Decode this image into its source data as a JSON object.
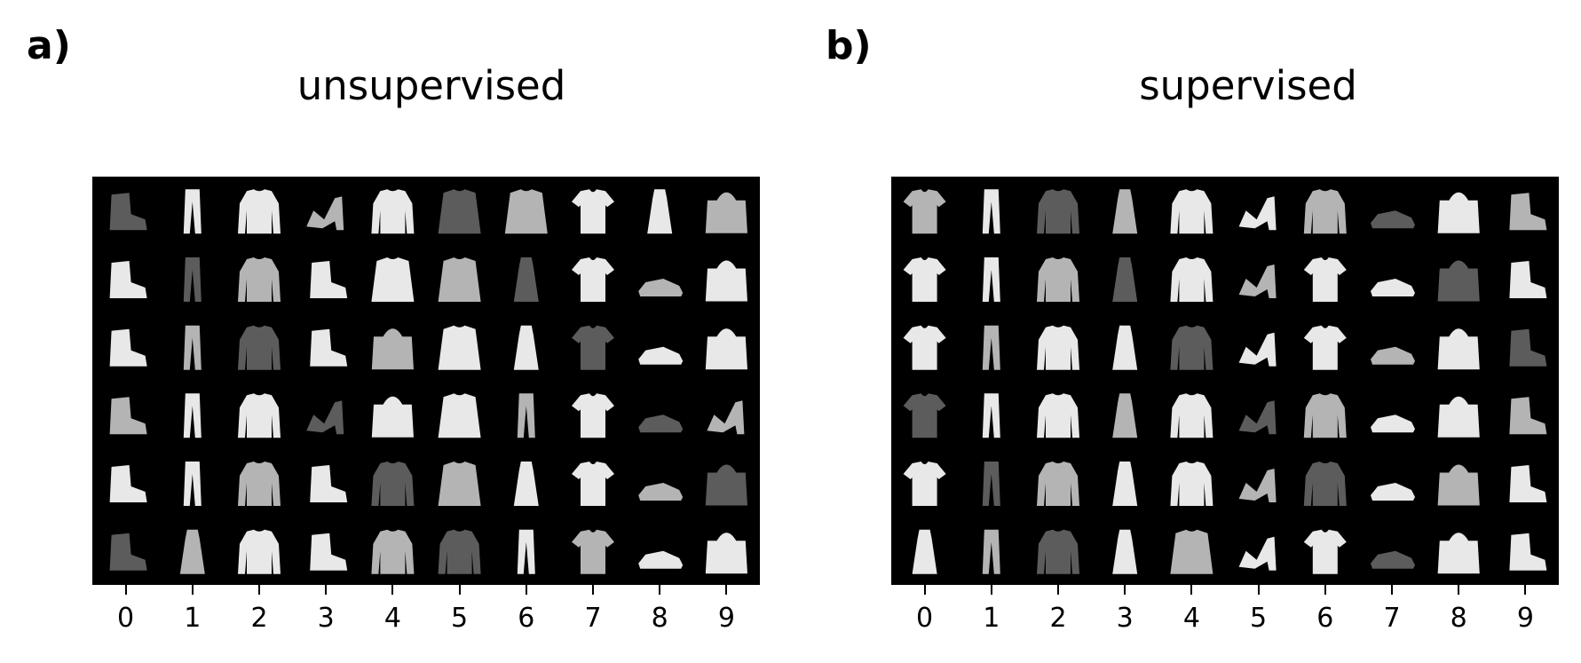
{
  "panels": [
    {
      "letter": "a)",
      "title": "unsupervised",
      "column_ticks": [
        "0",
        "1",
        "2",
        "3",
        "4",
        "5",
        "6",
        "7",
        "8",
        "9"
      ],
      "rows": [
        [
          "boot",
          "trouser",
          "pullover",
          "sandal",
          "pullover",
          "shirt",
          "shirt",
          "tshirt",
          "dress",
          "bag"
        ],
        [
          "boot",
          "trouser",
          "pullover",
          "boot",
          "shirt",
          "shirt",
          "dress",
          "tshirt",
          "sneaker",
          "bag"
        ],
        [
          "boot",
          "trouser",
          "pullover",
          "boot",
          "bag",
          "shirt",
          "dress",
          "tshirt",
          "sneaker",
          "bag"
        ],
        [
          "boot",
          "trouser",
          "pullover",
          "sandal",
          "bag",
          "shirt",
          "trouser",
          "tshirt",
          "sneaker",
          "sandal"
        ],
        [
          "boot",
          "trouser",
          "pullover",
          "boot",
          "pullover",
          "shirt",
          "dress",
          "tshirt",
          "sneaker",
          "bag"
        ],
        [
          "boot",
          "dress",
          "pullover",
          "boot",
          "pullover",
          "pullover",
          "trouser",
          "tshirt",
          "sneaker",
          "bag"
        ]
      ]
    },
    {
      "letter": "b)",
      "title": "supervised",
      "column_ticks": [
        "0",
        "1",
        "2",
        "3",
        "4",
        "5",
        "6",
        "7",
        "8",
        "9"
      ],
      "rows": [
        [
          "tshirt",
          "trouser",
          "pullover",
          "dress",
          "pullover",
          "sandal",
          "pullover",
          "sneaker",
          "bag",
          "boot"
        ],
        [
          "tshirt",
          "trouser",
          "pullover",
          "dress",
          "pullover",
          "sandal",
          "tshirt",
          "sneaker",
          "bag",
          "boot"
        ],
        [
          "tshirt",
          "trouser",
          "pullover",
          "dress",
          "pullover",
          "sandal",
          "tshirt",
          "sneaker",
          "bag",
          "boot"
        ],
        [
          "tshirt",
          "trouser",
          "pullover",
          "dress",
          "pullover",
          "sandal",
          "pullover",
          "sneaker",
          "bag",
          "boot"
        ],
        [
          "tshirt",
          "trouser",
          "pullover",
          "dress",
          "pullover",
          "sandal",
          "pullover",
          "sneaker",
          "bag",
          "boot"
        ],
        [
          "dress",
          "trouser",
          "pullover",
          "dress",
          "shirt",
          "sandal",
          "tshirt",
          "sneaker",
          "bag",
          "boot"
        ]
      ]
    }
  ],
  "colors": {
    "background": "#ffffff",
    "grid_background": "#000000",
    "item_light": "#e8e8e8",
    "item_mid": "#b4b4b4",
    "item_dark": "#5c5c5c"
  }
}
